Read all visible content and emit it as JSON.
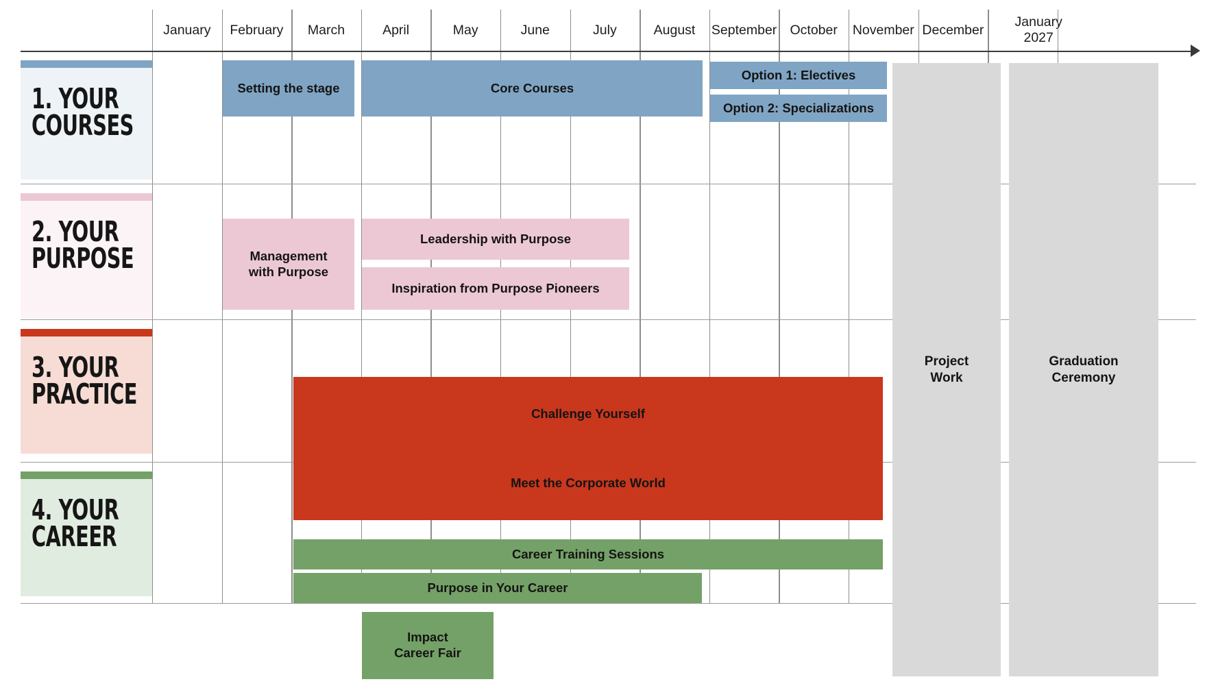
{
  "chart_data": {
    "type": "bar",
    "subtype": "gantt-timeline",
    "title": "",
    "xlabel": "",
    "ylabel": "",
    "grid": true,
    "legend": "none",
    "axis": {
      "direction": "left-to-right",
      "arrow_end": true,
      "tick_labels": [
        "January",
        "February",
        "March",
        "April",
        "May",
        "June",
        "July",
        "August",
        "September",
        "October",
        "November",
        "December",
        "January\n2027"
      ]
    },
    "categories": [
      "1. YOUR\nCOURSES",
      "2. YOUR\nPURPOSE",
      "3. YOUR\nPRACTICE",
      "4. YOUR\nCAREER"
    ],
    "series": [
      {
        "name": "1. YOUR COURSES",
        "color": "#80a5c4",
        "panel_color": "#eef3f7",
        "tasks": [
          {
            "label": "Setting the stage",
            "start": "February",
            "end": "March"
          },
          {
            "label": "Core Courses",
            "start": "April",
            "end": "August"
          },
          {
            "label": "Option 1: Electives",
            "start": "September",
            "end": "October"
          },
          {
            "label": "Option 2: Specializations",
            "start": "September",
            "end": "October"
          }
        ]
      },
      {
        "name": "2. YOUR PURPOSE",
        "color": "#ecc8d4",
        "panel_color": "#fcf3f6",
        "tasks": [
          {
            "label": "Management\nwith Purpose",
            "start": "February",
            "end": "March"
          },
          {
            "label": "Leadership with Purpose",
            "start": "April",
            "end": "June"
          },
          {
            "label": "Inspiration from Purpose Pioneers",
            "start": "April",
            "end": "June"
          }
        ]
      },
      {
        "name": "3. YOUR PRACTICE",
        "color": "#c9371c",
        "panel_color": "#f7dcd5",
        "tasks": [
          {
            "label": "Challenge Yourself",
            "start": "March",
            "end": "October"
          },
          {
            "label": "Meet the Corporate World",
            "start": "March",
            "end": "October"
          }
        ]
      },
      {
        "name": "4. YOUR CAREER",
        "color": "#74a167",
        "panel_color": "#e1ece0",
        "tasks": [
          {
            "label": "Career Training Sessions",
            "start": "March",
            "end": "October"
          },
          {
            "label": "Purpose in Your Career",
            "start": "March",
            "end": "July"
          },
          {
            "label": "Impact\nCareer Fair",
            "start": "April",
            "end": "May"
          }
        ]
      }
    ],
    "spanning_blocks": [
      {
        "label": "Project\nWork",
        "start": "December",
        "end": "December",
        "color": "#d9d9d9"
      },
      {
        "label": "Graduation\nCeremony",
        "start": "January 2027",
        "end": "January 2027",
        "color": "#d9d9d9"
      }
    ]
  },
  "months": [
    {
      "label": "January"
    },
    {
      "label": "February"
    },
    {
      "label": "March"
    },
    {
      "label": "April"
    },
    {
      "label": "May"
    },
    {
      "label": "June"
    },
    {
      "label": "July"
    },
    {
      "label": "August"
    },
    {
      "label": "September"
    },
    {
      "label": "October"
    },
    {
      "label": "November"
    },
    {
      "label": "December"
    },
    {
      "label": "January\n2027"
    }
  ],
  "categories": [
    {
      "title": "1. YOUR\nCOURSES",
      "accent": "#80a5c4",
      "panel": "#eef3f7"
    },
    {
      "title": "2. YOUR\nPURPOSE",
      "accent": "#ecc8d4",
      "panel": "#fcf3f6"
    },
    {
      "title": "3. YOUR\nPRACTICE",
      "accent": "#c9371c",
      "panel": "#f7dcd5"
    },
    {
      "title": "4. YOUR\nCAREER",
      "accent": "#74a167",
      "panel": "#e1ece0"
    }
  ],
  "bars": [
    {
      "label": "Setting the stage"
    },
    {
      "label": "Core Courses"
    },
    {
      "label": "Option 1: Electives"
    },
    {
      "label": "Option 2: Specializations"
    },
    {
      "label": "Management\nwith Purpose"
    },
    {
      "label": "Leadership with Purpose"
    },
    {
      "label": "Inspiration from Purpose Pioneers"
    },
    {
      "label": "Challenge Yourself"
    },
    {
      "label": "Meet the Corporate World"
    },
    {
      "label": "Career Training Sessions"
    },
    {
      "label": "Purpose in Your Career"
    },
    {
      "label": "Impact\nCareer Fair"
    },
    {
      "label": "Project\nWork"
    },
    {
      "label": "Graduation\nCeremony"
    }
  ],
  "colors": {
    "courses": "#80a5c4",
    "purpose": "#ecc8d4",
    "practice": "#c9371c",
    "career": "#74a167",
    "milestone": "#d9d9d9",
    "axis": "#3a3a3a",
    "grid": "#9b9b9b"
  }
}
